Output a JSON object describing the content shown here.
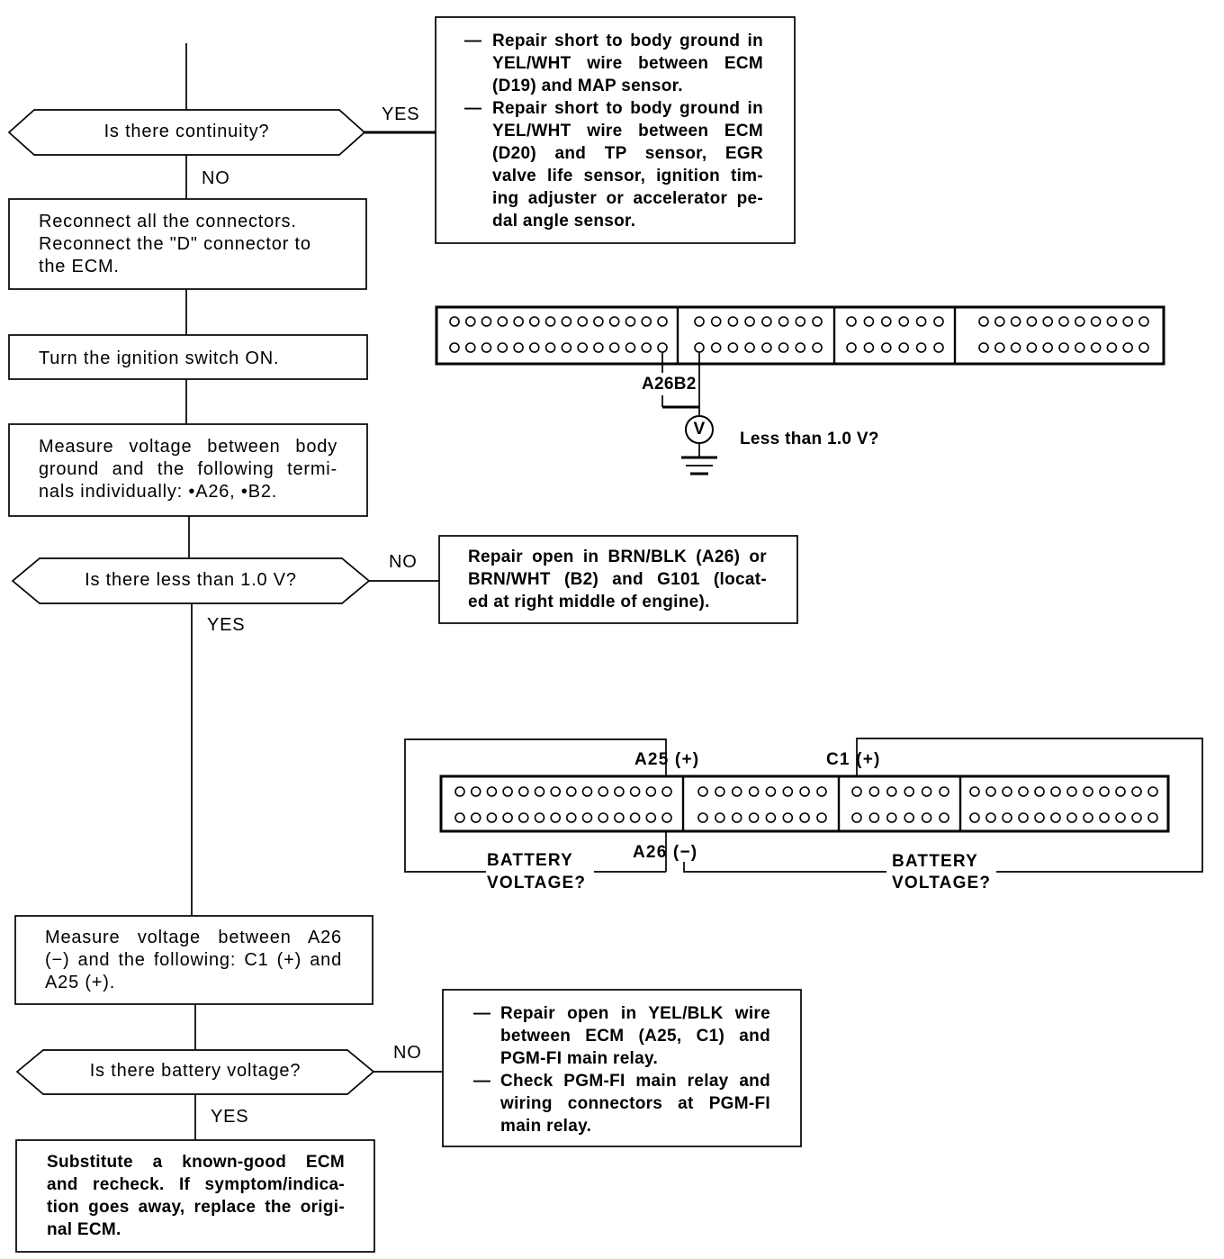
{
  "flowchart": {
    "question_continuity": {
      "text": "Is there continuity?",
      "yes_label": "YES",
      "no_label": "NO"
    },
    "step_reconnect": {
      "lines": [
        "Reconnect all the connectors.",
        "Reconnect the \"D\" connector to",
        "the ECM."
      ]
    },
    "step_ignition": {
      "lines": [
        "Turn the ignition switch ON."
      ]
    },
    "step_measure_ground": {
      "lines": [
        "Measure voltage between body",
        "ground and the following termi-",
        "nals individually: •A26, •B2."
      ]
    },
    "question_less_than": {
      "text": "Is there less than 1.0 V?",
      "no_label": "NO",
      "yes_label": "YES"
    },
    "step_measure_a26": {
      "lines": [
        "Measure voltage between A26",
        "(−) and the following: C1 (+) and",
        "A25 (+)."
      ]
    },
    "question_battery": {
      "text": "Is there battery voltage?",
      "no_label": "NO",
      "yes_label": "YES"
    },
    "step_substitute": {
      "lines": [
        "Substitute a known-good ECM",
        "and recheck. If symptom/indica-",
        "tion goes away, replace the origi-",
        "nal ECM."
      ]
    }
  },
  "outcomes": {
    "short_to_ground": {
      "items": [
        {
          "bullet": "—",
          "lines": [
            "Repair short to body ground in",
            "YEL/WHT wire between ECM",
            "(D19) and MAP sensor."
          ]
        },
        {
          "bullet": "—",
          "lines": [
            "Repair short to body ground in",
            "YEL/WHT wire between ECM",
            "(D20) and TP sensor, EGR",
            "valve life sensor, ignition tim-",
            "ing adjuster or accelerator pe-",
            "dal angle sensor."
          ]
        }
      ]
    },
    "open_ground": {
      "lines": [
        "Repair open in BRN/BLK (A26) or",
        "BRN/WHT (B2) and G101 (locat-",
        "ed at right middle of engine)."
      ]
    },
    "open_power": {
      "items": [
        {
          "bullet": "—",
          "lines": [
            "Repair open in YEL/BLK wire",
            "between ECM (A25, C1) and",
            "PGM-FI main relay."
          ]
        },
        {
          "bullet": "—",
          "lines": [
            "Check PGM-FI main relay and",
            "wiring connectors at PGM-FI",
            "main relay."
          ]
        }
      ]
    }
  },
  "connector_ground_test": {
    "pin_label": "A26B2",
    "meter_symbol": "V",
    "check_text": "Less than 1.0 V?"
  },
  "connector_battery_test": {
    "pin_a25_label": "A25 (+)",
    "pin_c1_label": "C1 (+)",
    "pin_a26_label": "A26 (−)",
    "left_check": {
      "line1": "BATTERY",
      "line2": "VOLTAGE?"
    },
    "right_check": {
      "line1": "BATTERY",
      "line2": "VOLTAGE?"
    }
  }
}
